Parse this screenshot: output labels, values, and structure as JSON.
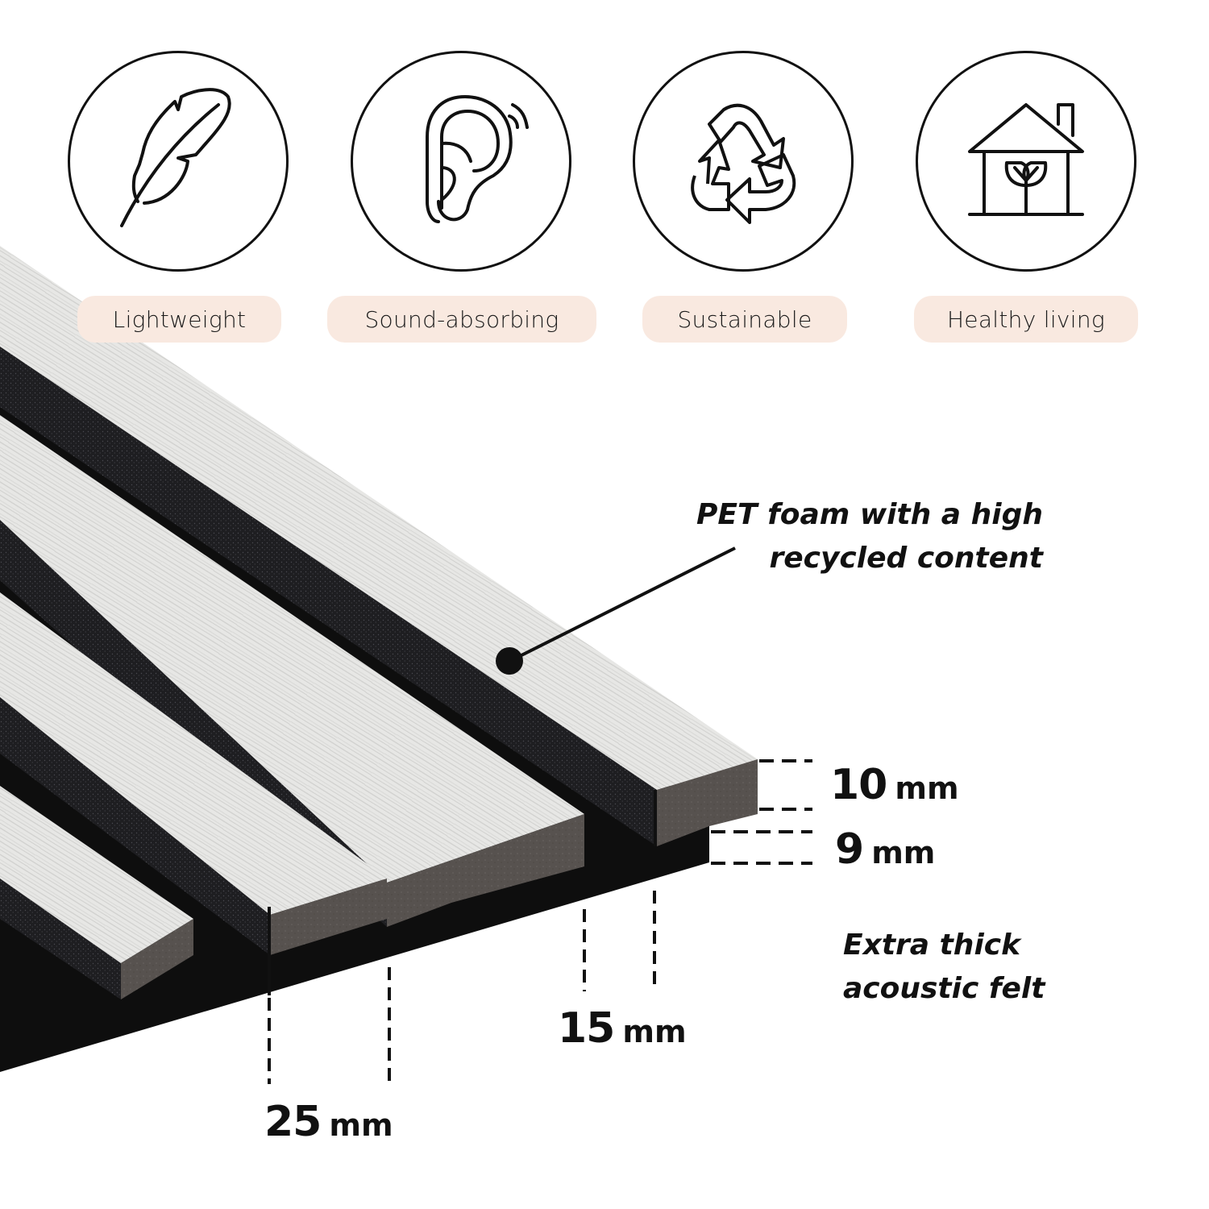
{
  "features": [
    {
      "icon": "feather-icon",
      "label": "Lightweight"
    },
    {
      "icon": "ear-sound-icon",
      "label": "Sound-absorbing"
    },
    {
      "icon": "recycle-icon",
      "label": "Sustainable"
    },
    {
      "icon": "house-plant-icon",
      "label": "Healthy living"
    }
  ],
  "callouts": {
    "pet_foam": {
      "line1": "PET foam with a high",
      "line2": "recycled content"
    },
    "felt": {
      "line1": "Extra thick",
      "line2": "acoustic felt"
    }
  },
  "dimensions": {
    "slat_thickness": {
      "value": "10",
      "unit": "mm"
    },
    "felt_thickness": {
      "value": "9",
      "unit": "mm"
    },
    "gap_width": {
      "value": "15",
      "unit": "mm"
    },
    "slat_width": {
      "value": "25",
      "unit": "mm"
    }
  },
  "colors": {
    "pill_bg": "#f9e9e0",
    "wood_light": "#e6e6e4",
    "foam_dark": "#1c1c1e",
    "felt_black": "#0d0d0d",
    "end_face": "#5a5654",
    "ink": "#111111"
  }
}
